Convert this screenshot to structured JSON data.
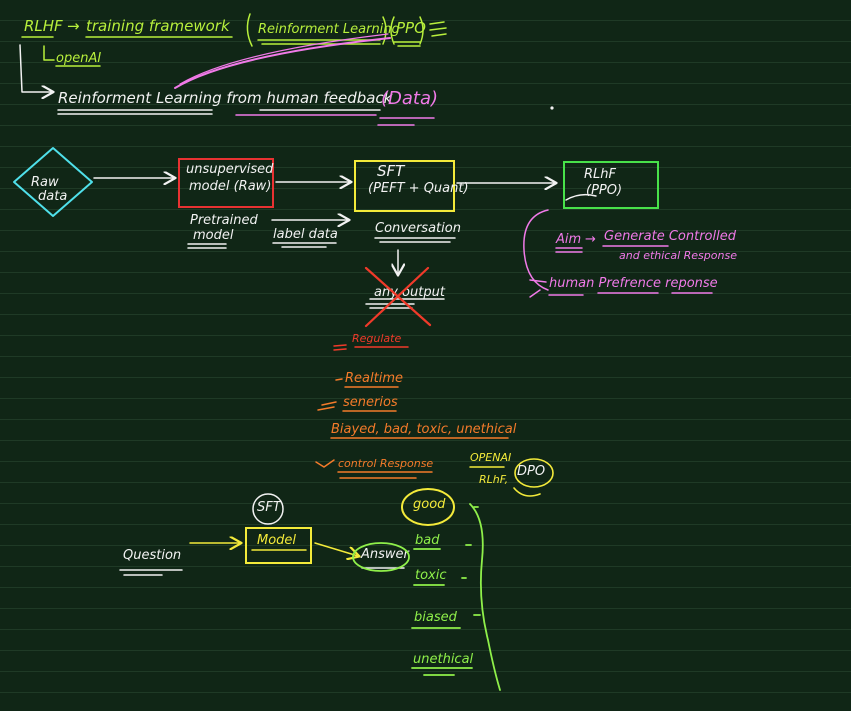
{
  "top": {
    "rlhf": "RLHF",
    "arrow": "→",
    "training_framework": "training framework",
    "reinforcement_learning": "Reinforment Learning",
    "ppo": "PPO",
    "openai": "openAI",
    "expansion": "Reinforment Learning from human feedback",
    "data": "(Data)"
  },
  "pipeline": {
    "raw_data_line1": "Raw",
    "raw_data_line2": "data",
    "unsupervised_line1": "unsupervised",
    "unsupervised_line2": "model (Raw)",
    "sft_line1": "SFT",
    "sft_line2": "(PEFT + Quant)",
    "rlhf_line1": "RLhF",
    "rlhf_line2": "(PPO)",
    "pretrained_line1": "Pretrained",
    "pretrained_line2": "model",
    "label_data": "label data",
    "conversation": "Conversation",
    "any_output": "any output"
  },
  "aim": {
    "aim_label": "Aim",
    "aim_arrow": "→",
    "aim_text_line1": "Generate Controlled",
    "aim_text_line2": "and ethical Response",
    "human_pref": "human Prefrence reponse"
  },
  "notes": {
    "regulate": "Regulate",
    "realtime": "Realtime",
    "senerios": "senerios",
    "biased": "Biayed, bad, toxic, unethical",
    "control": "control Response"
  },
  "bottom": {
    "sft": "SFT",
    "question": "Question",
    "model": "Model",
    "answer": "Answer",
    "good": "good",
    "bad": "bad",
    "toxic": "toxic",
    "biased": "biased",
    "unethical": "unethical",
    "openai": "OPENAI",
    "rlhf": "RLhF,",
    "dpo": "DPO"
  },
  "colors": {
    "background": "#102616",
    "white": "#f2f2f2",
    "yellow": "#f3ea3a",
    "green": "#8ff04a",
    "pink": "#f07ae8",
    "orange": "#f47b2a",
    "red": "#f03a2a",
    "cyan": "#4fe0ea"
  }
}
